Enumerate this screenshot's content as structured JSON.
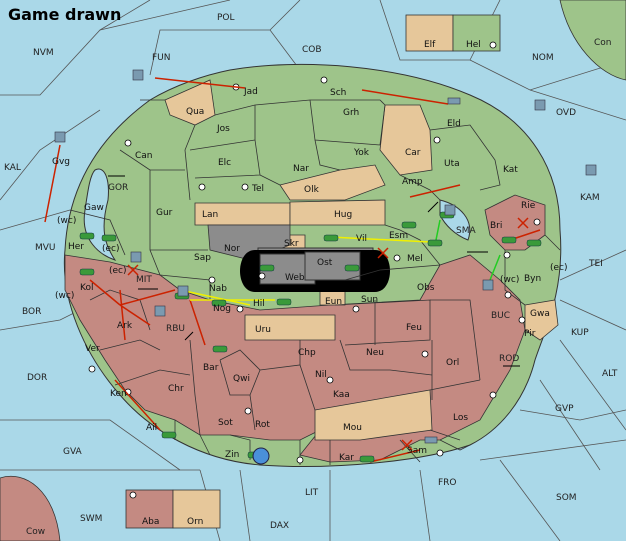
{
  "title": "Game drawn",
  "colors": {
    "sea": "#aad8e8",
    "green": "#9ec48a",
    "tan": "#e6c79a",
    "red": "#c48a82",
    "grey": "#8c8c8c",
    "order_red": "#cc2200",
    "order_yellow": "#f0f000",
    "order_green": "#22cc22",
    "unit": "#3a9a3a"
  },
  "sea_labels": [
    "POL",
    "NVM",
    "FUN",
    "COB",
    "NOM",
    "Con",
    "OVD",
    "KAL",
    "GOR",
    "MVU",
    "KAM",
    "SMA",
    "TEI",
    "MIT",
    "BOR",
    "BUC",
    "KUP",
    "RBU",
    "ROD",
    "ALT",
    "DOR",
    "GVP",
    "GVA",
    "FRO",
    "SOM",
    "LIT",
    "SWM",
    "DAX",
    "Cow"
  ],
  "coast_labels": [
    "(wc)",
    "(ec)",
    "(ec)",
    "(wc)",
    "(wc)",
    "(ec)"
  ],
  "provinces": {
    "green": [
      "Jad",
      "Sch",
      "Grh",
      "Jos",
      "Can",
      "Elc",
      "Nar",
      "Yok",
      "Car",
      "Uta",
      "Eld",
      "Kat",
      "Amp",
      "Gur",
      "Tel",
      "Gaw",
      "Her",
      "Sap",
      "Nab",
      "Vil",
      "Esm",
      "Rie",
      "Byn",
      "Zin",
      "Kar",
      "Elf",
      "Hel"
    ],
    "tan": [
      "Qua",
      "Olk",
      "Lan",
      "Hug",
      "Skr",
      "Eun",
      "Uru",
      "Mou",
      "Gwa",
      "Orn"
    ],
    "red": [
      "Kol",
      "Ark",
      "Ver",
      "Ken",
      "Ail",
      "Chr",
      "Bar",
      "Qwi",
      "Sot",
      "Rot",
      "Chp",
      "Nil",
      "Neu",
      "Feu",
      "Sun",
      "Obs",
      "Kaa",
      "Orl",
      "Los",
      "Sam",
      "Bri",
      "Pir",
      "Aba",
      "Mel",
      "Hil",
      "Nog",
      "Gvg"
    ],
    "grey": [
      "Nor",
      "Web",
      "Ost"
    ]
  }
}
